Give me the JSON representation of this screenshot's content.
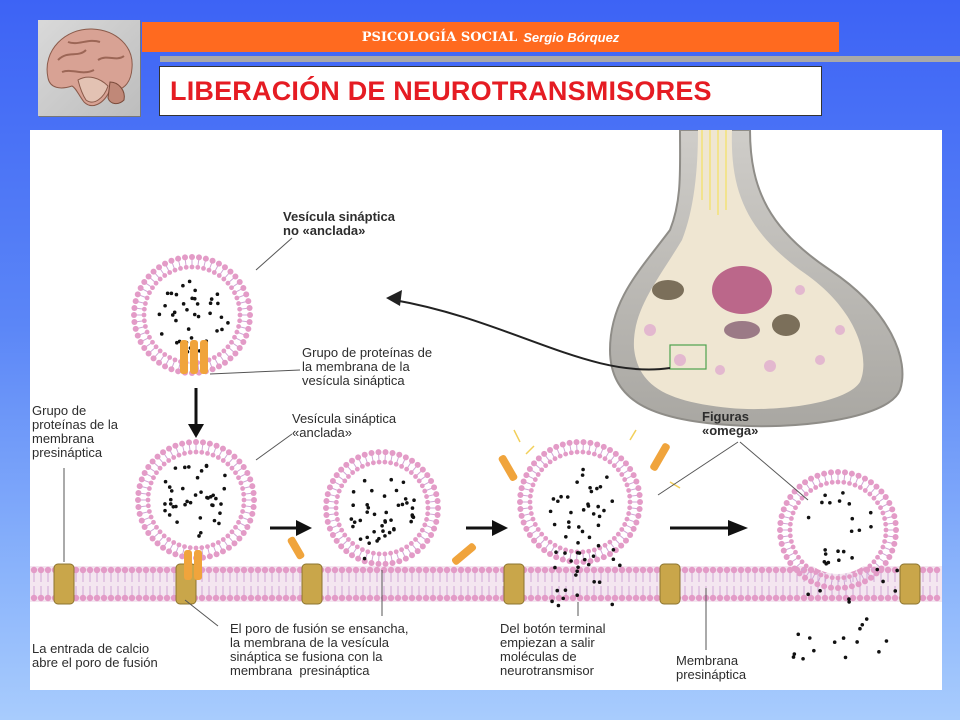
{
  "header": {
    "course": "PSICOLOGÍA SOCIAL",
    "author": "Sergio Bórquez"
  },
  "slide": {
    "title": "LIBERACIÓN DE NEUROTRANSMISORES"
  },
  "figure": {
    "labels": {
      "undocked_vesicle": "Vesícula sináptica\nno «anclada»",
      "vesicle_proteins": "Grupo de proteínas de\nla membrana de la\nvesícula sináptica",
      "presynaptic_proteins": "Grupo de\nproteínas de la\nmembrana\npresináptica",
      "docked_vesicle": "Vesícula sináptica\n«anclada»",
      "omega_figures": "Figuras\n«omega»",
      "calcium_entry": "La entrada de calcio\nabre el poro de fusión",
      "fusion_pore": "El poro de fusión se ensancha,\nla membrana de la vesícula\nsináptica se fusiona con la\nmembrana  presináptica",
      "neurotransmitter_release": "Del botón terminal\nempiezan a salir\nmoléculas de\nneurotransmisor",
      "presynaptic_membrane": "Membrana\npresináptica"
    },
    "colors": {
      "membrane_pink": "#e39bc7",
      "membrane_lilac": "#cfa6d6",
      "protein_gold": "#c9a64a",
      "protein_orange": "#f0a43c",
      "terminal_gray": "#b9b7b3",
      "terminal_inner": "#efe6d2"
    }
  }
}
